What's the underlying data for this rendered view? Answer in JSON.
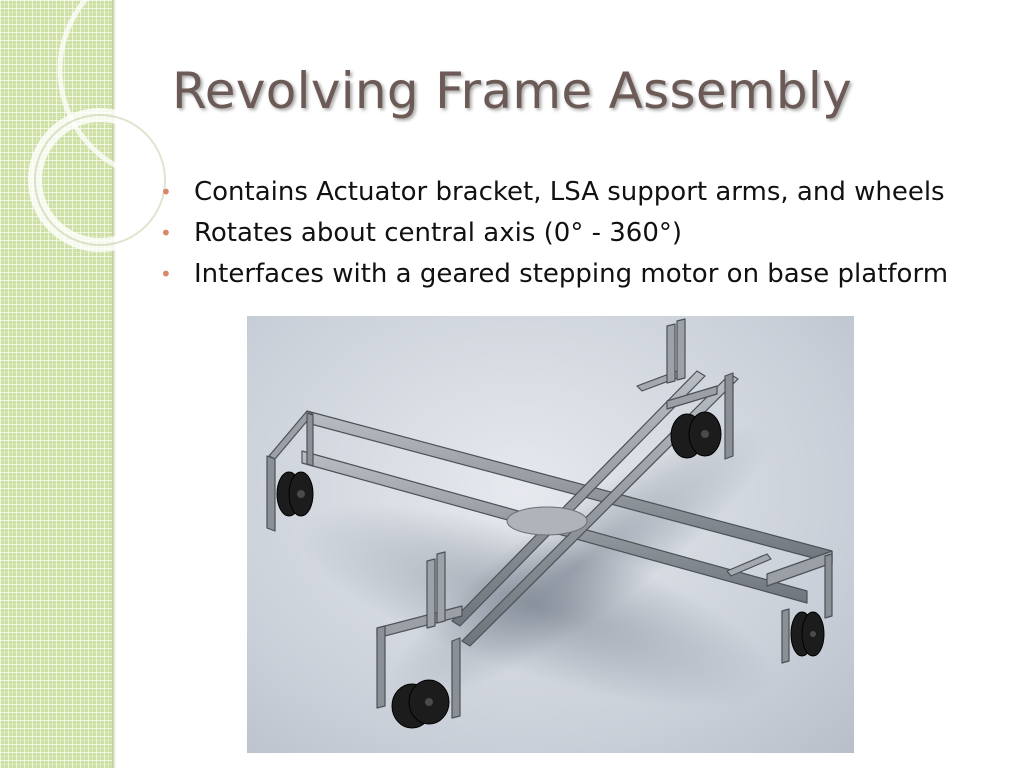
{
  "slide": {
    "title": "Revolving Frame Assembly",
    "bullets": [
      "Contains Actuator bracket, LSA support arms, and wheels",
      "Rotates about central axis (0° - 360°)",
      "Interfaces with a geared stepping motor on base platform"
    ],
    "bullet_glyph": "•"
  },
  "figure": {
    "icon": "cad-render-revolving-frame"
  },
  "colors": {
    "title": "#6b5a55",
    "bullet": "#d9876a",
    "side_band": "#cfe0a6",
    "steel": "#8a8f95",
    "wheel": "#1c1c1c"
  }
}
